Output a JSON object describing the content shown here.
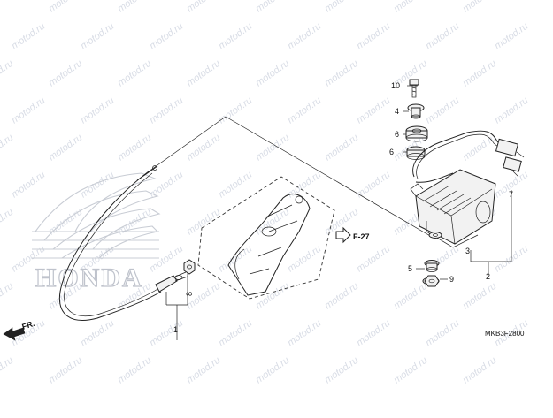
{
  "watermark_text": "motod.ru",
  "brand_text": "HONDA",
  "diagram_code": "MKB3F2800",
  "direction_label": "FR.",
  "reference_label": "F-27",
  "callouts": [
    "1",
    "2",
    "3",
    "4",
    "5",
    "6",
    "6",
    "7",
    "8",
    "9",
    "10"
  ],
  "colors": {
    "watermark": "#d9dde6",
    "line": "#222222",
    "honda_logo": "#bfc3cc"
  }
}
